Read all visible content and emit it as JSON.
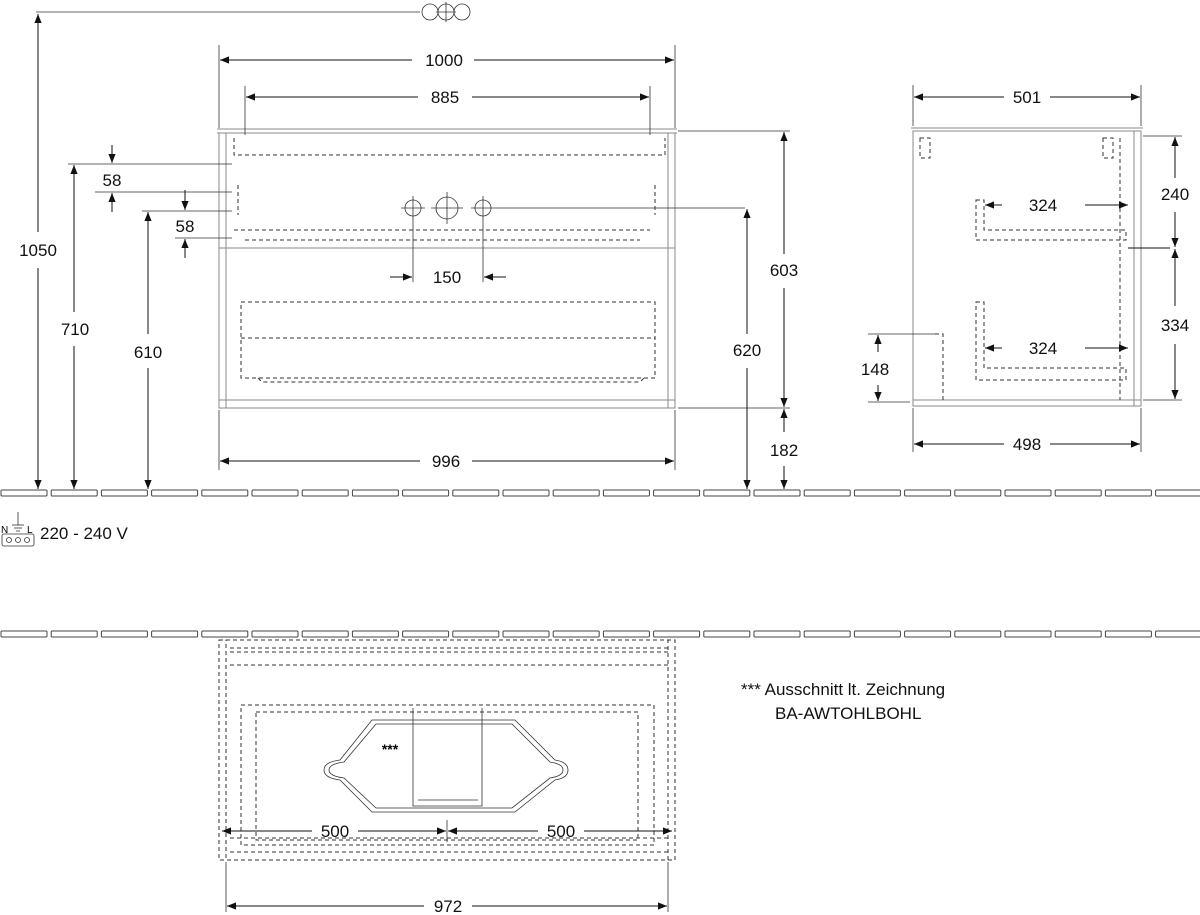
{
  "front_view": {
    "width_top": "1000",
    "width_inner": "885",
    "width_bottom": "996",
    "hole_spacing": "150",
    "height_total": "1050",
    "height_710": "710",
    "height_610": "610",
    "offset_58_a": "58",
    "offset_58_b": "58",
    "height_603": "603",
    "height_620": "620",
    "height_182": "182"
  },
  "side_view": {
    "depth_top": "501",
    "depth_bottom": "498",
    "shelf_top": "324",
    "shelf_bottom": "324",
    "height_240": "240",
    "height_334": "334",
    "height_148": "148"
  },
  "electrical": {
    "voltage": "220 - 240 V",
    "symbol_letters": [
      "N",
      "L"
    ]
  },
  "top_view": {
    "half_left": "500",
    "half_right": "500",
    "width": "972",
    "cutout_marker": "***"
  },
  "note": {
    "line1": "*** Ausschnitt lt. Zeichnung",
    "line2": "BA-AWTOHLBOHL"
  }
}
